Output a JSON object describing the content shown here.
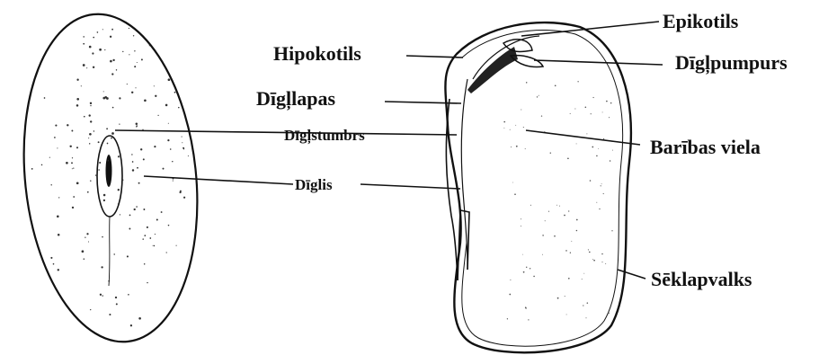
{
  "labels": {
    "hipokotils": "Hipokotils",
    "diglapas": "Dīgļlapas",
    "diglstumbrs": "Dīgļstumbrs",
    "diglis": "Dīglis",
    "epikotils": "Epikotils",
    "diglpumpurs": "Dīgļpumpurs",
    "baribas_viela": "Barības viela",
    "seklapvalks": "Sēklapvalks"
  },
  "colors": {
    "ink": "#111111",
    "background": "#ffffff"
  }
}
